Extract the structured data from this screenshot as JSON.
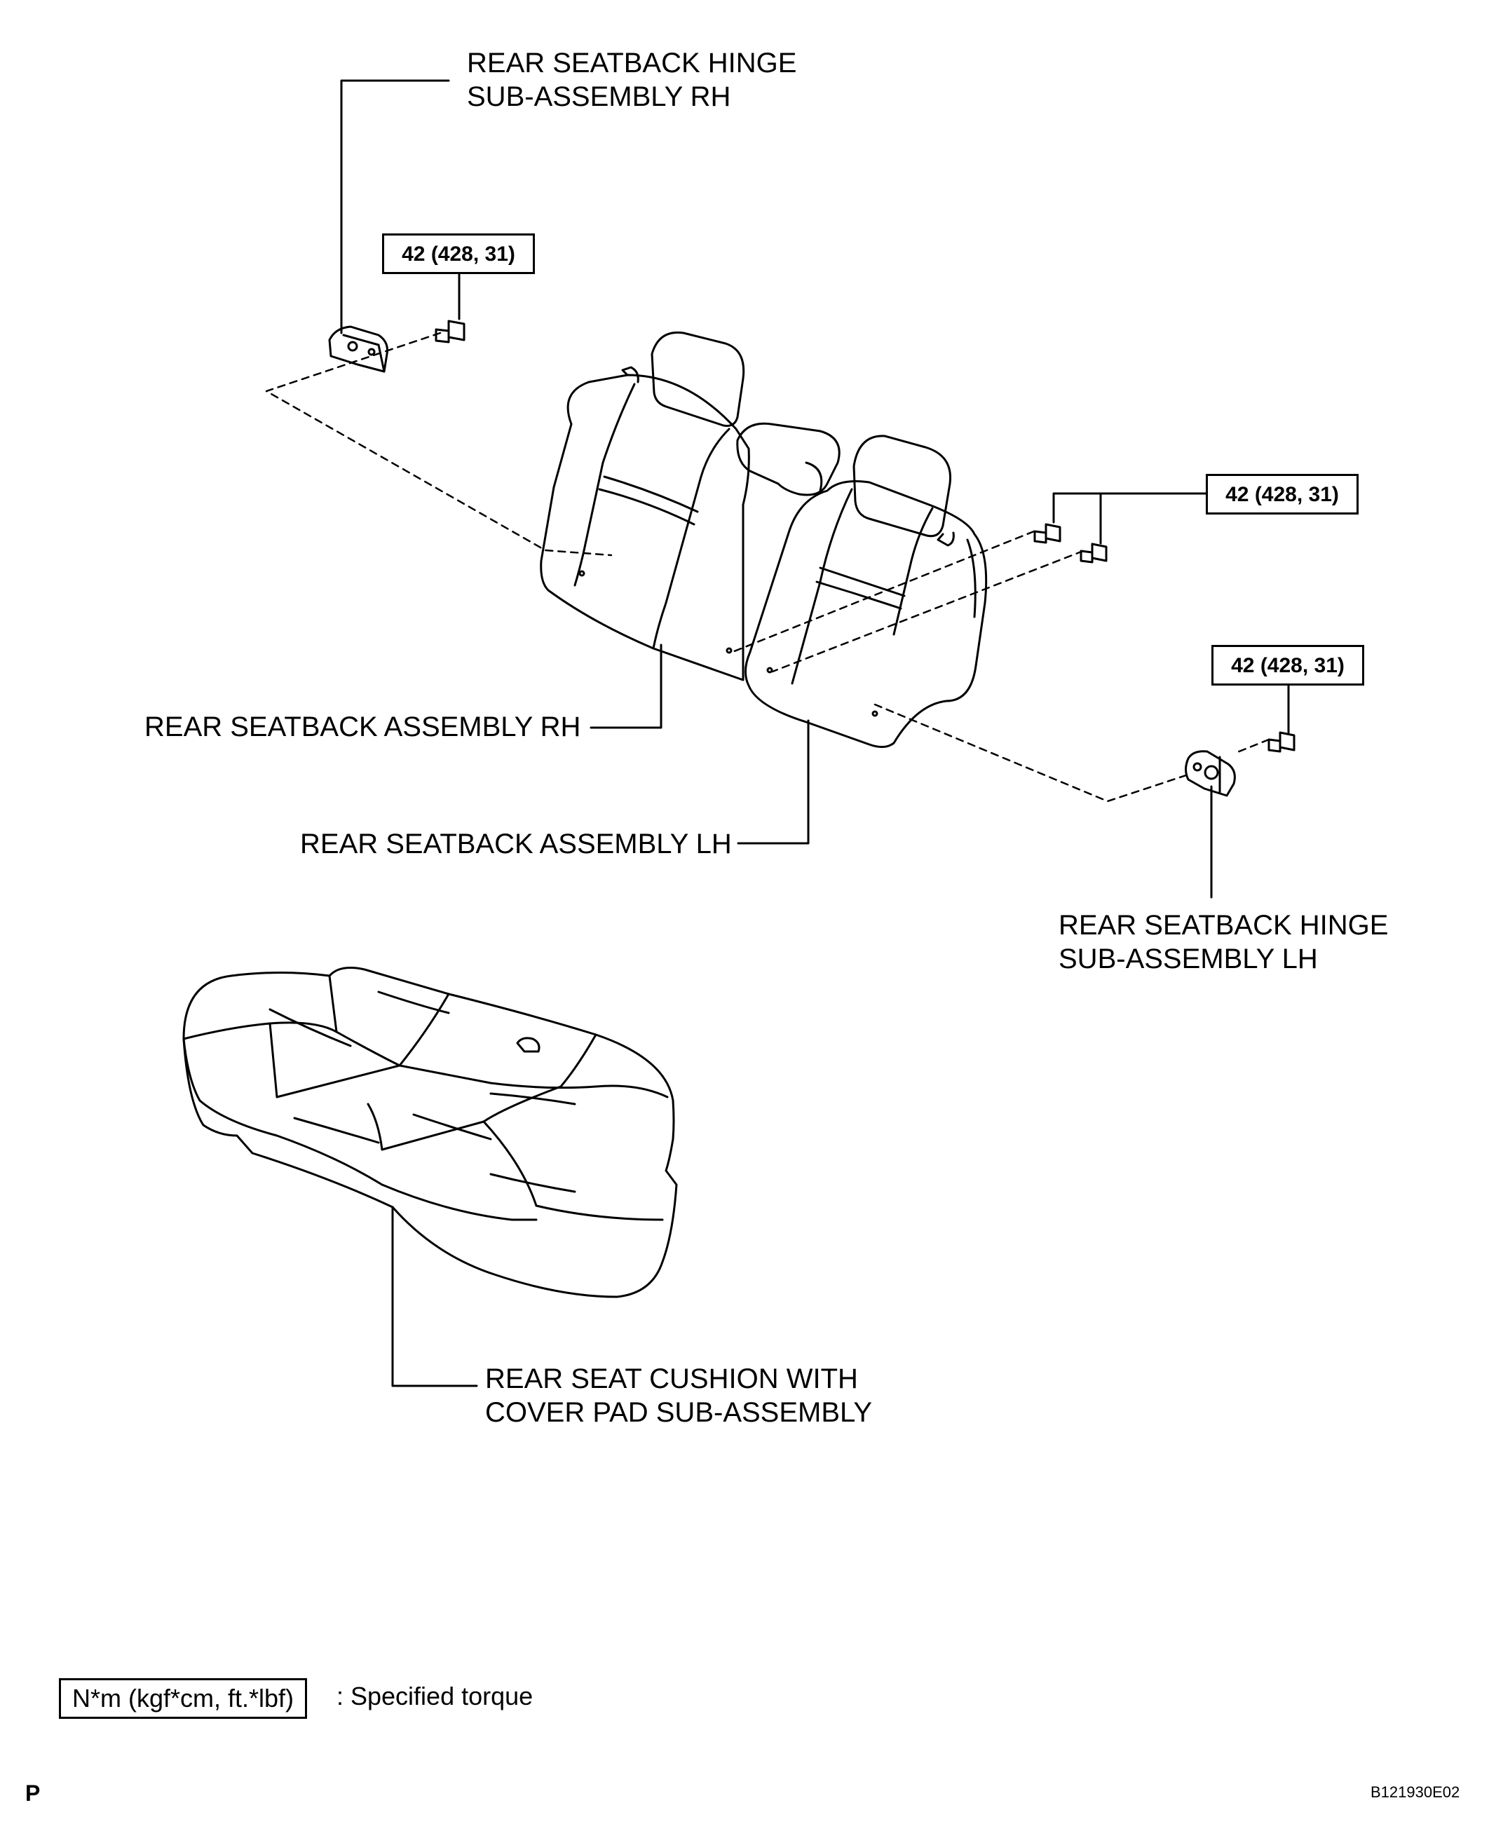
{
  "labels": {
    "hinge_rh_line1": "REAR SEATBACK HINGE",
    "hinge_rh_line2": "SUB-ASSEMBLY RH",
    "seatback_rh": "REAR SEATBACK ASSEMBLY RH",
    "seatback_lh": "REAR SEATBACK ASSEMBLY LH",
    "hinge_lh_line1": "REAR SEATBACK HINGE",
    "hinge_lh_line2": "SUB-ASSEMBLY LH",
    "cushion_line1": "REAR SEAT CUSHION WITH",
    "cushion_line2": "COVER PAD SUB-ASSEMBLY"
  },
  "torque": {
    "top": "42 (428, 31)",
    "right_upper": "42 (428, 31)",
    "right_lower": "42 (428, 31)"
  },
  "legend": {
    "unit_box": "N*m (kgf*cm, ft.*lbf)",
    "description": ": Specified torque"
  },
  "footer": {
    "page_letter": "P",
    "figure_code": "B121930E02"
  }
}
